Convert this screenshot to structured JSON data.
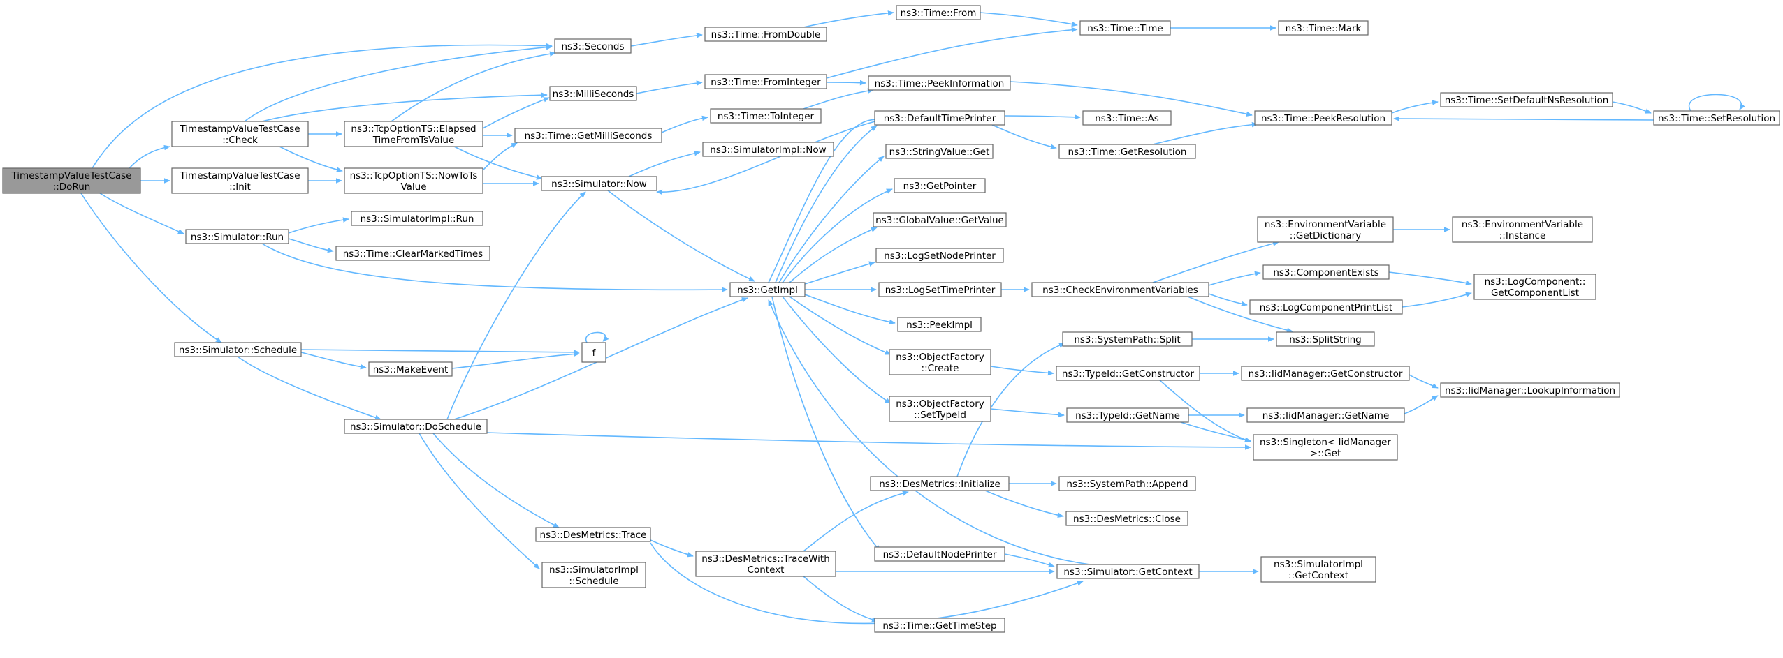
{
  "colors": {
    "edge": "#63b8ff",
    "node_border": "#666666",
    "root_fill": "#999999",
    "node_fill": "#ffffff"
  },
  "nodes": {
    "dorun": [
      "TimestampValueTestCase",
      "::DoRun"
    ],
    "check": [
      "TimestampValueTestCase",
      "::Check"
    ],
    "init": [
      "TimestampValueTestCase",
      "::Init"
    ],
    "sim_run": [
      "ns3::Simulator::Run"
    ],
    "sim_schedule": [
      "ns3::Simulator::Schedule"
    ],
    "seconds": [
      "ns3::Seconds"
    ],
    "milliseconds": [
      "ns3::MilliSeconds"
    ],
    "elapsed": [
      "ns3::TcpOptionTS::Elapsed",
      "TimeFromTsValue"
    ],
    "nowtots": [
      "ns3::TcpOptionTS::NowToTs",
      "Value"
    ],
    "getms": [
      "ns3::Time::GetMilliSeconds"
    ],
    "sim_now": [
      "ns3::Simulator::Now"
    ],
    "simimpl_run": [
      "ns3::SimulatorImpl::Run"
    ],
    "clearmarked": [
      "ns3::Time::ClearMarkedTimes"
    ],
    "makeevent": [
      "ns3::MakeEvent"
    ],
    "f": [
      "f"
    ],
    "doschedule": [
      "ns3::Simulator::DoSchedule"
    ],
    "des_trace": [
      "ns3::DesMetrics::Trace"
    ],
    "simimpl_schedule": [
      "ns3::SimulatorImpl",
      "::Schedule"
    ],
    "fromdouble": [
      "ns3::Time::FromDouble"
    ],
    "frominteger": [
      "ns3::Time::FromInteger"
    ],
    "tointeger": [
      "ns3::Time::ToInteger"
    ],
    "simimpl_now": [
      "ns3::SimulatorImpl::Now"
    ],
    "getimpl": [
      "ns3::GetImpl"
    ],
    "tracewithcontext": [
      "ns3::DesMetrics::TraceWith",
      "Context"
    ],
    "time_from": [
      "ns3::Time::From"
    ],
    "time_time": [
      "ns3::Time::Time"
    ],
    "time_mark": [
      "ns3::Time::Mark"
    ],
    "peekinfo": [
      "ns3::Time::PeekInformation"
    ],
    "deftimeprinter": [
      "ns3::DefaultTimePrinter"
    ],
    "stringvalue_get": [
      "ns3::StringValue::Get"
    ],
    "getpointer": [
      "ns3::GetPointer"
    ],
    "globalvalue": [
      "ns3::GlobalValue::GetValue"
    ],
    "lognodeprinter": [
      "ns3::LogSetNodePrinter"
    ],
    "logtimeprinter": [
      "ns3::LogSetTimePrinter"
    ],
    "peekimpl": [
      "ns3::PeekImpl"
    ],
    "of_create": [
      "ns3::ObjectFactory",
      "::Create"
    ],
    "of_settypeid": [
      "ns3::ObjectFactory",
      "::SetTypeId"
    ],
    "des_init": [
      "ns3::DesMetrics::Initialize"
    ],
    "defnodeprinter": [
      "ns3::DefaultNodePrinter"
    ],
    "gettimestep": [
      "ns3::Time::GetTimeStep"
    ],
    "time_as": [
      "ns3::Time::As"
    ],
    "getresolution": [
      "ns3::Time::GetResolution"
    ],
    "peekresolution": [
      "ns3::Time::PeekResolution"
    ],
    "setdefaultns": [
      "ns3::Time::SetDefaultNsResolution"
    ],
    "setresolution": [
      "ns3::Time::SetResolution"
    ],
    "checkenv": [
      "ns3::CheckEnvironmentVariables"
    ],
    "env_getdict": [
      "ns3::EnvironmentVariable",
      "::GetDictionary"
    ],
    "env_instance": [
      "ns3::EnvironmentVariable",
      "::Instance"
    ],
    "compexists": [
      "ns3::ComponentExists"
    ],
    "logcompprint": [
      "ns3::LogComponentPrintList"
    ],
    "logcomp_getlist": [
      "ns3::LogComponent::",
      "GetComponentList"
    ],
    "splitstring": [
      "ns3::SplitString"
    ],
    "syspath_split": [
      "ns3::SystemPath::Split"
    ],
    "typeid_getctor": [
      "ns3::TypeId::GetConstructor"
    ],
    "iid_getctor": [
      "ns3::IidManager::GetConstructor"
    ],
    "iid_lookup": [
      "ns3::IidManager::LookupInformation"
    ],
    "typeid_getname": [
      "ns3::TypeId::GetName"
    ],
    "iid_getname": [
      "ns3::IidManager::GetName"
    ],
    "singleton_get": [
      "ns3::Singleton< IidManager",
      " >::Get"
    ],
    "syspath_append": [
      "ns3::SystemPath::Append"
    ],
    "des_close": [
      "ns3::DesMetrics::Close"
    ],
    "sim_getcontext": [
      "ns3::Simulator::GetContext"
    ],
    "simimpl_getcontext": [
      "ns3::SimulatorImpl",
      "::GetContext"
    ]
  }
}
